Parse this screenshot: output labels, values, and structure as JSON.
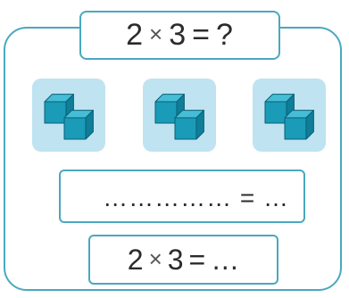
{
  "title_equation": {
    "left": "2",
    "op": "×",
    "right": "3",
    "equals": "=",
    "result": "?"
  },
  "groups": {
    "count": 3,
    "cubes_per_group": 2
  },
  "answer_line": {
    "blank": "…………… = …"
  },
  "final_equation": {
    "left": "2",
    "op": "×",
    "right": "3",
    "equals": "=",
    "result": "…"
  },
  "colors": {
    "frame": "#4aa8bf",
    "panel": "#bfe3f1",
    "cube_front": "#1a9bb8",
    "cube_top": "#45bdd6",
    "cube_side": "#0f7e98"
  }
}
